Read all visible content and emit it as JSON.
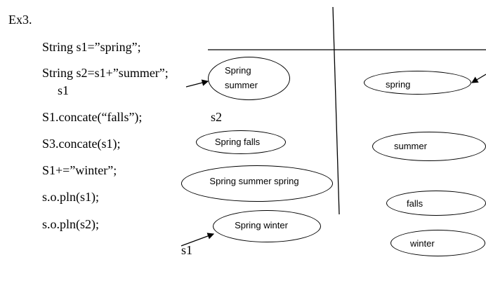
{
  "title": "Ex3.",
  "code_lines": [
    "String s1=”spring”;",
    "String s2=s1+”summer”;",
    "S1.concate(“falls”);",
    "S3.concate(s1);",
    "S1+=”winter”;",
    "s.o.pln(s1);",
    "s.o.pln(s2);"
  ],
  "variable_labels": {
    "s1_top": "s1",
    "s2": "s2",
    "s1_bottom": "s1"
  },
  "heap_left": {
    "oval_1_line_1": "Spring",
    "oval_1_line_2": "summer",
    "oval_2": "Spring falls",
    "oval_3": "Spring summer spring",
    "oval_4": "Spring winter"
  },
  "string_pool": [
    "spring",
    "summer",
    "falls",
    "winter"
  ]
}
